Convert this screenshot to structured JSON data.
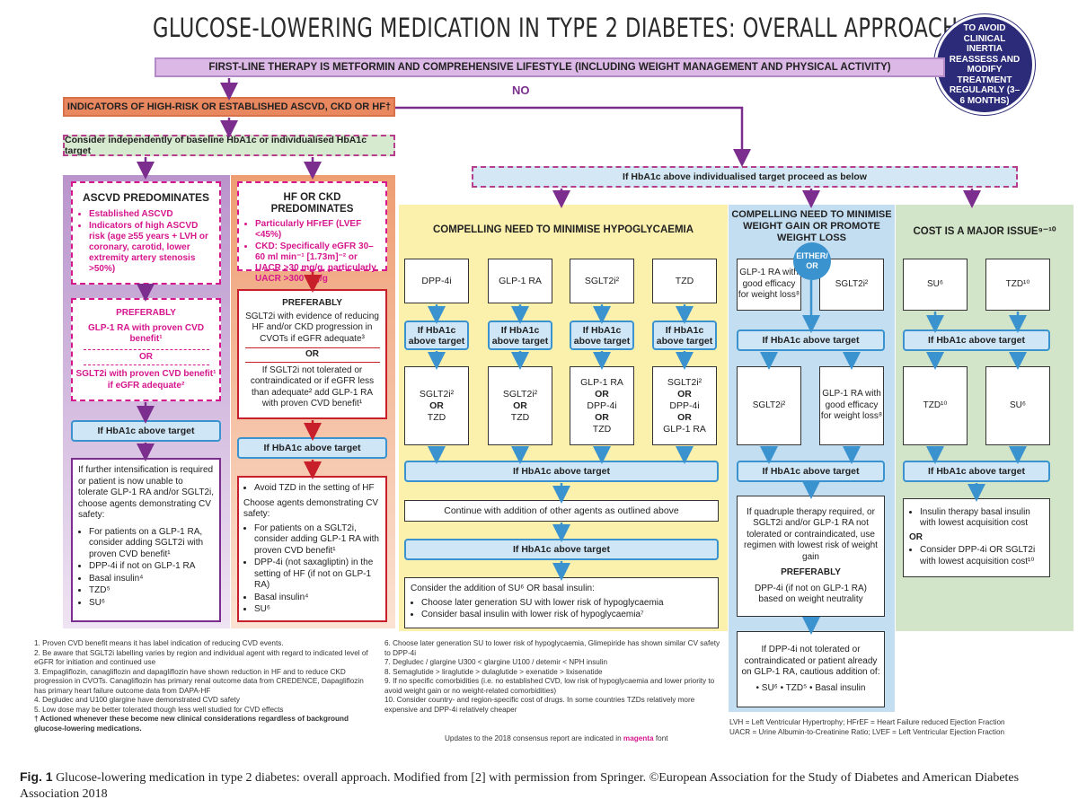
{
  "title": "GLUCOSE-LOWERING MEDICATION IN TYPE 2 DIABETES: OVERALL APPROACH",
  "badge": "TO AVOID CLINICAL INERTIA REASSESS AND MODIFY TREATMENT REGULARLY (3–6 MONTHS)",
  "first_line": "FIRST-LINE THERAPY IS METFORMIN AND COMPREHENSIVE LIFESTYLE (INCLUDING WEIGHT MANAGEMENT AND PHYSICAL ACTIVITY)",
  "no_label": "NO",
  "indicators": "INDICATORS OF HIGH-RISK OR ESTABLISHED ASCVD, CKD OR HF†",
  "consider_independently": "Consider independently of baseline HbA1c or individualised HbA1c target",
  "if_above_proceed": "If HbA1c above individualised target proceed as below",
  "hba1c_above": "If HbA1c above target",
  "hba1c_above_2line": [
    "If HbA1c",
    "above target"
  ],
  "ascvd": {
    "heading": "ASCVD PREDOMINATES",
    "bullets": [
      "Established ASCVD",
      "Indicators of high ASCVD risk (age ≥55 years + LVH or coronary, carotid, lower extremity artery stenosis >50%)"
    ],
    "preferably": "PREFERABLY",
    "pref1": "GLP-1 RA with proven CVD benefit¹",
    "or": "OR",
    "pref2": "SGLT2i with proven CVD benefit¹ if eGFR adequate²",
    "intensify": "If further intensification is required or patient is now unable to tolerate GLP-1 RA and/or SGLT2i, choose agents demonstrating CV safety:",
    "list": [
      "For patients on a GLP-1 RA, consider adding SGLT2i with proven CVD benefit¹",
      "DPP-4i if not on GLP-1 RA",
      "Basal insulin⁴",
      "TZD⁵",
      "SU⁶"
    ]
  },
  "hf": {
    "heading": "HF OR CKD PREDOMINATES",
    "bullets": [
      "Particularly HFrEF (LVEF <45%)",
      "CKD: Specifically eGFR 30–60 ml min⁻¹ [1.73m]⁻² or UACR >30 mg/g, particularly UACR >300 mg/g"
    ],
    "preferably": "PREFERABLY",
    "pref1": "SGLT2i with evidence of reducing HF and/or CKD progression in CVOTs if eGFR adequate³",
    "or": "OR",
    "pref2": "If SGLT2i not tolerated or contraindicated or if eGFR less than adequate² add GLP-1 RA with proven CVD benefit¹",
    "list1": "Avoid TZD in the setting of HF",
    "choose": "Choose agents demonstrating CV safety:",
    "list": [
      "For patients on a SGLT2i, consider adding GLP-1 RA with proven CVD benefit¹",
      "DPP-4i (not saxagliptin) in the setting of HF (if not on GLP-1 RA)",
      "Basal insulin⁴",
      "SU⁶"
    ]
  },
  "hypo": {
    "heading": "COMPELLING NEED TO MINIMISE HYPOGLYCAEMIA",
    "drugs": [
      "DPP-4i",
      "GLP-1 RA",
      "SGLT2i²",
      "TZD"
    ],
    "next": [
      [
        "SGLT2i²",
        "OR",
        "TZD"
      ],
      [
        "SGLT2i²",
        "OR",
        "TZD"
      ],
      [
        "GLP-1 RA",
        "OR",
        "DPP-4i",
        "OR",
        "TZD"
      ],
      [
        "SGLT2i²",
        "OR",
        "DPP-4i",
        "OR",
        "GLP-1 RA"
      ]
    ],
    "continue": "Continue with addition of other agents as outlined above",
    "consider_su": "Consider the addition of SU⁶ OR basal insulin:",
    "su_list": [
      "Choose later generation SU with lower risk of hypoglycaemia",
      "Consider basal insulin with lower risk of hypoglycaemia⁷"
    ]
  },
  "weight": {
    "heading": "COMPELLING NEED TO MINIMISE WEIGHT GAIN OR PROMOTE WEIGHT LOSS",
    "either": "EITHER/ OR",
    "drug1": "GLP-1 RA with good efficacy for weight loss⁸",
    "drug2": "SGLT2i²",
    "next1": "SGLT2i²",
    "next2": "GLP-1 RA with good efficacy for weight loss⁸",
    "quad": "If quadruple therapy required, or SGLT2i and/or GLP-1 RA not tolerated or contraindicated, use regimen with lowest risk of weight gain",
    "preferably": "PREFERABLY",
    "dpp": "DPP-4i (if not on GLP-1 RA) based on weight neutrality",
    "if_dpp": "If DPP-4i not tolerated or contraindicated or patient already on GLP-1 RA, cautious addition of:",
    "agents": "• SU⁶ • TZD⁵ • Basal insulin"
  },
  "cost": {
    "heading": "COST IS A MAJOR ISSUE⁹⁻¹⁰",
    "drug1": "SU⁶",
    "drug2": "TZD¹⁰",
    "next1": "TZD¹⁰",
    "next2": "SU⁶",
    "insulin": "Insulin therapy basal insulin with lowest acquisition cost",
    "or": "OR",
    "dpp": "Consider DPP-4i OR SGLT2i with lowest acquisition cost¹⁰"
  },
  "footnotes_left": [
    "1.  Proven CVD benefit means it has label indication of reducing CVD events.",
    "2.  Be aware that SGLT2i labelling varies by region and individual agent with regard to indicated level of eGFR for initiation and continued use",
    "3.  Empagliflozin, canagliflozin and dapagliflozin have shown reduction in HF and to reduce CKD progression in CVOTs. Canagliflozin has primary renal outcome data from CREDENCE, Dapagliflozin has primary heart failure outcome data from DAPA-HF",
    "4.  Degludec and U100 glargine have demonstrated CVD safety",
    "5.  Low dose may be better tolerated though less well studied for CVD effects",
    "†  Actioned whenever these become new clinical considerations regardless of background glucose-lowering medications."
  ],
  "footnotes_mid": [
    "6.  Choose later generation SU to lower risk of hypoglycaemia, Glimepiride has shown similar CV safety to DPP-4i",
    "7.  Degludec / glargine U300 < glargine U100 / detemir < NPH insulin",
    "8.  Semaglutide > liraglutide > dulaglutide > exenatide > lixisenatide",
    "9.  If no specific comorbidities (i.e. no established CVD, low risk of hypoglycaemia and lower priority to avoid weight gain or no weight-related comorbidities)",
    "10. Consider country- and region-specific cost of drugs. In some countries TZDs relatively more expensive and DPP-4i relatively cheaper"
  ],
  "updates": "Updates to the 2018 consensus report are indicated in",
  "magenta_font": "magenta",
  "font_word": "font",
  "abbrev1": "LVH = Left Ventricular Hypertrophy; HFrEF = Heart Failure reduced Ejection Fraction",
  "abbrev2": "UACR = Urine Albumin-to-Creatinine Ratio; LVEF = Left Ventricular Ejection Fraction",
  "caption_label": "Fig. 1",
  "caption": "Glucose-lowering medication in type 2 diabetes: overall approach. Modified from [2] with permission from Springer. ©European Association for the Study of Diabetes and American Diabetes Association 2018",
  "colors": {
    "purple": "#7b2e8e",
    "lilac": "#dcb8e6",
    "orange": "#e9875e",
    "salmon_bg": "#f3b48e",
    "yellow_bg": "#fbf0a6",
    "blue_bg": "#bfdcf1",
    "green_bg": "#cfe3c5",
    "blue_arrow": "#3a93cf",
    "red": "#c8202a",
    "magenta": "#d6168c",
    "navy": "#2b2b7a"
  }
}
